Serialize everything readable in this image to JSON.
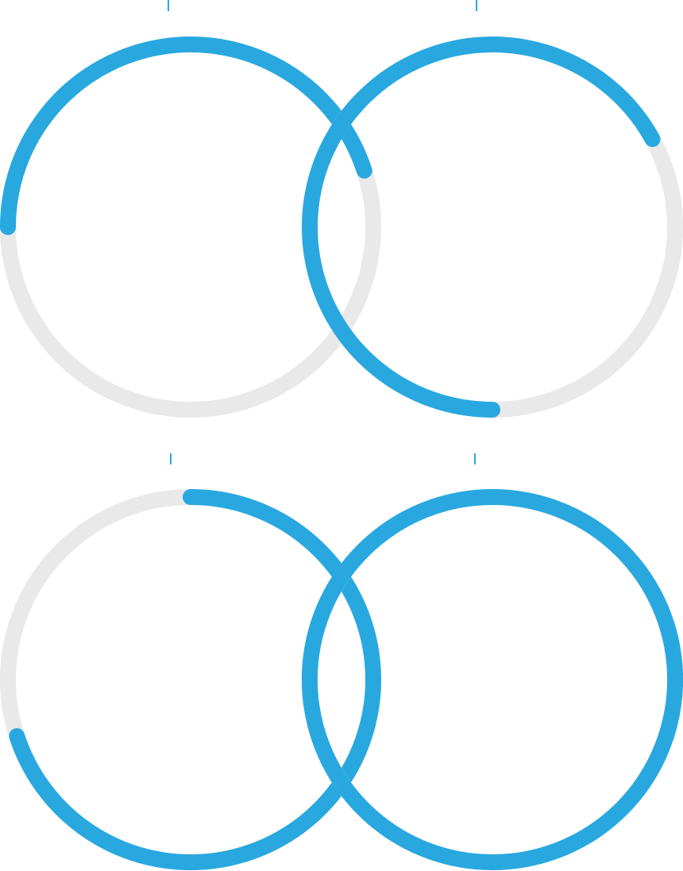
{
  "colors": {
    "progress": "#29a8e0",
    "track": "#e9e9e9",
    "background": "#ffffff"
  },
  "rings": [
    {
      "id": "ring-top-left",
      "progress_start": 0.75,
      "progress_end": 1.2
    },
    {
      "id": "ring-top-right",
      "progress_start": 0.5,
      "progress_end": 1.17
    },
    {
      "id": "ring-bottom-left",
      "progress_start": 0.0,
      "progress_end": 0.7
    },
    {
      "id": "ring-bottom-right",
      "progress_start": 0.0,
      "progress_end": 1.0
    }
  ]
}
